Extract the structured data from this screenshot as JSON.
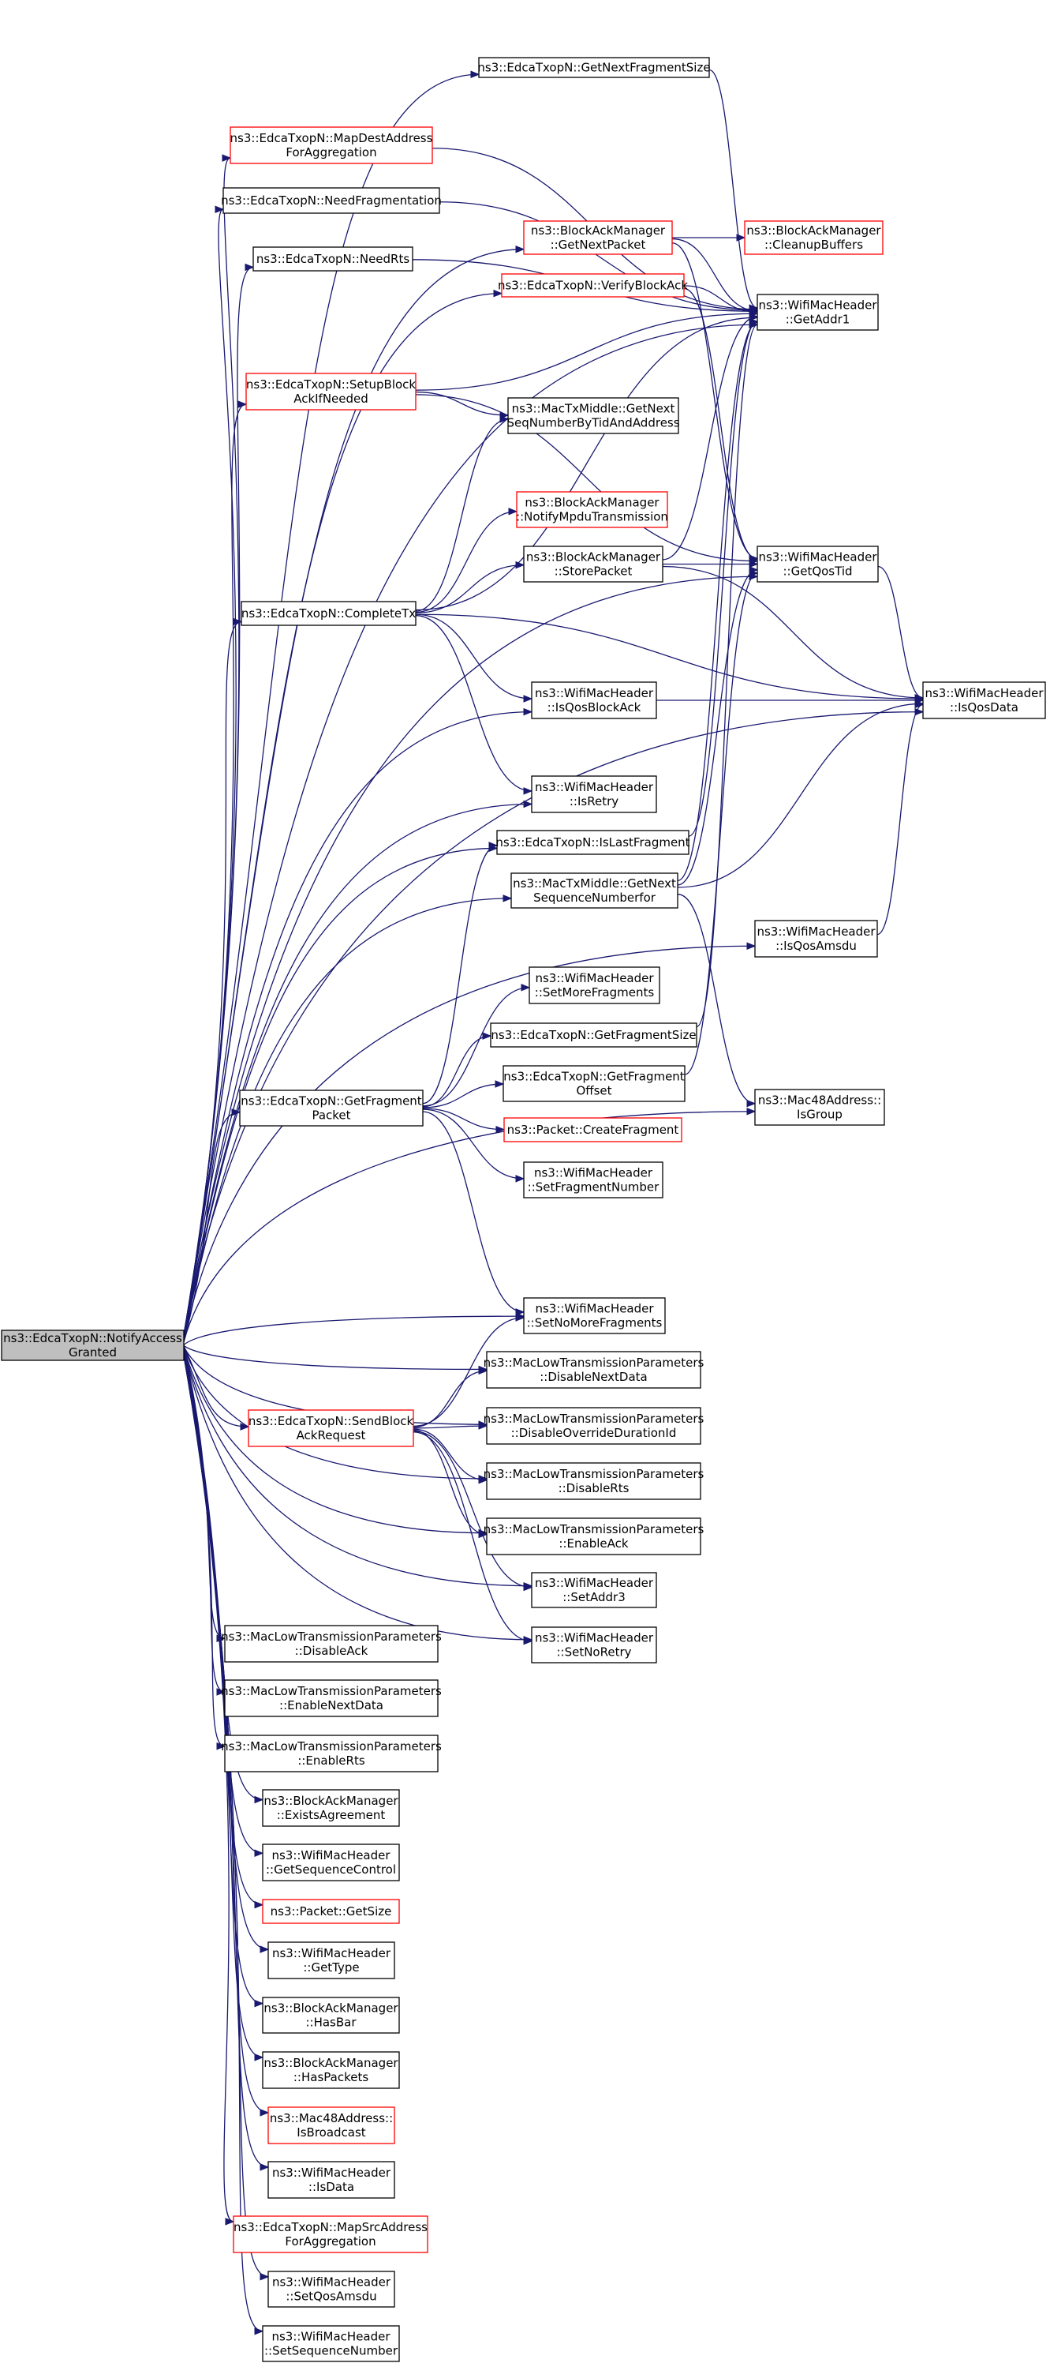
{
  "colors": {
    "edge": "#191970",
    "border_default": "#000000",
    "border_red": "#ff0000",
    "root_fill": "#bfbfbf"
  },
  "nodes": {
    "root": {
      "lines": [
        "ns3::EdcaTxopN::NotifyAccess",
        "Granted"
      ],
      "style": "root"
    },
    "nextfragsize": {
      "lines": [
        "ns3::EdcaTxopN::GetNextFragmentSize"
      ],
      "style": "black"
    },
    "mapdest": {
      "lines": [
        "ns3::EdcaTxopN::MapDestAddress",
        "ForAggregation"
      ],
      "style": "red"
    },
    "needfrag": {
      "lines": [
        "ns3::EdcaTxopN::NeedFragmentation"
      ],
      "style": "black"
    },
    "needrts": {
      "lines": [
        "ns3::EdcaTxopN::NeedRts"
      ],
      "style": "black"
    },
    "bam_nextpkt": {
      "lines": [
        "ns3::BlockAckManager",
        "::GetNextPacket"
      ],
      "style": "red"
    },
    "bam_cleanup": {
      "lines": [
        "ns3::BlockAckManager",
        "::CleanupBuffers"
      ],
      "style": "red"
    },
    "verifyba": {
      "lines": [
        "ns3::EdcaTxopN::VerifyBlockAck"
      ],
      "style": "red"
    },
    "getaddr1": {
      "lines": [
        "ns3::WifiMacHeader",
        "::GetAddr1"
      ],
      "style": "black"
    },
    "setupba": {
      "lines": [
        "ns3::EdcaTxopN::SetupBlock",
        "AckIfNeeded"
      ],
      "style": "red"
    },
    "mtm_nextseqtid": {
      "lines": [
        "ns3::MacTxMiddle::GetNext",
        "SeqNumberByTidAndAddress"
      ],
      "style": "black"
    },
    "bam_notify": {
      "lines": [
        "ns3::BlockAckManager",
        "::NotifyMpduTransmission"
      ],
      "style": "red"
    },
    "bam_store": {
      "lines": [
        "ns3::BlockAckManager",
        "::StorePacket"
      ],
      "style": "black"
    },
    "getqostid": {
      "lines": [
        "ns3::WifiMacHeader",
        "::GetQosTid"
      ],
      "style": "black"
    },
    "completetx": {
      "lines": [
        "ns3::EdcaTxopN::CompleteTx"
      ],
      "style": "black"
    },
    "isqosblockack": {
      "lines": [
        "ns3::WifiMacHeader",
        "::IsQosBlockAck"
      ],
      "style": "black"
    },
    "isqosdata": {
      "lines": [
        "ns3::WifiMacHeader",
        "::IsQosData"
      ],
      "style": "black"
    },
    "isretry": {
      "lines": [
        "ns3::WifiMacHeader",
        "::IsRetry"
      ],
      "style": "black"
    },
    "islastfrag": {
      "lines": [
        "ns3::EdcaTxopN::IsLastFragment"
      ],
      "style": "black"
    },
    "mtm_nextseq": {
      "lines": [
        "ns3::MacTxMiddle::GetNext",
        "SequenceNumberfor"
      ],
      "style": "black"
    },
    "isqosamsdu": {
      "lines": [
        "ns3::WifiMacHeader",
        "::IsQosAmsdu"
      ],
      "style": "black"
    },
    "setmorefrag": {
      "lines": [
        "ns3::WifiMacHeader",
        "::SetMoreFragments"
      ],
      "style": "black"
    },
    "getfragsize": {
      "lines": [
        "ns3::EdcaTxopN::GetFragmentSize"
      ],
      "style": "black"
    },
    "getfragoffset": {
      "lines": [
        "ns3::EdcaTxopN::GetFragment",
        "Offset"
      ],
      "style": "black"
    },
    "isgroup": {
      "lines": [
        "ns3::Mac48Address::",
        "IsGroup"
      ],
      "style": "black"
    },
    "getfragpkt": {
      "lines": [
        "ns3::EdcaTxopN::GetFragment",
        "Packet"
      ],
      "style": "black"
    },
    "createfrag": {
      "lines": [
        "ns3::Packet::CreateFragment"
      ],
      "style": "red"
    },
    "setfragnum": {
      "lines": [
        "ns3::WifiMacHeader",
        "::SetFragmentNumber"
      ],
      "style": "black"
    },
    "setnomorefrag": {
      "lines": [
        "ns3::WifiMacHeader",
        "::SetNoMoreFragments"
      ],
      "style": "black"
    },
    "disablenextdata": {
      "lines": [
        "ns3::MacLowTransmissionParameters",
        "::DisableNextData"
      ],
      "style": "black"
    },
    "sendbar": {
      "lines": [
        "ns3::EdcaTxopN::SendBlock",
        "AckRequest"
      ],
      "style": "red"
    },
    "disableoverride": {
      "lines": [
        "ns3::MacLowTransmissionParameters",
        "::DisableOverrideDurationId"
      ],
      "style": "black"
    },
    "disablerts": {
      "lines": [
        "ns3::MacLowTransmissionParameters",
        "::DisableRts"
      ],
      "style": "black"
    },
    "enableack": {
      "lines": [
        "ns3::MacLowTransmissionParameters",
        "::EnableAck"
      ],
      "style": "black"
    },
    "setaddr3": {
      "lines": [
        "ns3::WifiMacHeader",
        "::SetAddr3"
      ],
      "style": "black"
    },
    "setnoretry": {
      "lines": [
        "ns3::WifiMacHeader",
        "::SetNoRetry"
      ],
      "style": "black"
    },
    "disableack": {
      "lines": [
        "ns3::MacLowTransmissionParameters",
        "::DisableAck"
      ],
      "style": "black"
    },
    "enablenextdata": {
      "lines": [
        "ns3::MacLowTransmissionParameters",
        "::EnableNextData"
      ],
      "style": "black"
    },
    "enablerts": {
      "lines": [
        "ns3::MacLowTransmissionParameters",
        "::EnableRts"
      ],
      "style": "black"
    },
    "existsagreement": {
      "lines": [
        "ns3::BlockAckManager",
        "::ExistsAgreement"
      ],
      "style": "black"
    },
    "getseqctrl": {
      "lines": [
        "ns3::WifiMacHeader",
        "::GetSequenceControl"
      ],
      "style": "black"
    },
    "pkt_getsize": {
      "lines": [
        "ns3::Packet::GetSize"
      ],
      "style": "red"
    },
    "gettype": {
      "lines": [
        "ns3::WifiMacHeader",
        "::GetType"
      ],
      "style": "black"
    },
    "hasbar": {
      "lines": [
        "ns3::BlockAckManager",
        "::HasBar"
      ],
      "style": "black"
    },
    "haspackets": {
      "lines": [
        "ns3::BlockAckManager",
        "::HasPackets"
      ],
      "style": "black"
    },
    "isbroadcast": {
      "lines": [
        "ns3::Mac48Address::",
        "IsBroadcast"
      ],
      "style": "red"
    },
    "isdata": {
      "lines": [
        "ns3::WifiMacHeader",
        "::IsData"
      ],
      "style": "black"
    },
    "mapsrc": {
      "lines": [
        "ns3::EdcaTxopN::MapSrcAddress",
        "ForAggregation"
      ],
      "style": "red"
    },
    "setqosamsdu": {
      "lines": [
        "ns3::WifiMacHeader",
        "::SetQosAmsdu"
      ],
      "style": "black"
    },
    "setseqnum": {
      "lines": [
        "ns3::WifiMacHeader",
        "::SetSequenceNumber"
      ],
      "style": "black"
    }
  },
  "edges": [
    [
      "root",
      "nextfragsize"
    ],
    [
      "root",
      "getaddr1"
    ],
    [
      "root",
      "mapdest"
    ],
    [
      "root",
      "needfrag"
    ],
    [
      "root",
      "needrts"
    ],
    [
      "root",
      "bam_nextpkt"
    ],
    [
      "root",
      "verifyba"
    ],
    [
      "root",
      "setupba"
    ],
    [
      "root",
      "completetx"
    ],
    [
      "root",
      "isqosblockack"
    ],
    [
      "root",
      "getqostid"
    ],
    [
      "root",
      "isretry"
    ],
    [
      "root",
      "islastfrag"
    ],
    [
      "root",
      "mtm_nextseq"
    ],
    [
      "root",
      "isqosamsdu"
    ],
    [
      "root",
      "getfragpkt"
    ],
    [
      "root",
      "isgroup"
    ],
    [
      "root",
      "isqosdata"
    ],
    [
      "root",
      "setnomorefrag"
    ],
    [
      "root",
      "disablenextdata"
    ],
    [
      "root",
      "sendbar"
    ],
    [
      "root",
      "disableoverride"
    ],
    [
      "root",
      "disablerts"
    ],
    [
      "root",
      "enableack"
    ],
    [
      "root",
      "setaddr3"
    ],
    [
      "root",
      "setnoretry"
    ],
    [
      "root",
      "disableack"
    ],
    [
      "root",
      "enablenextdata"
    ],
    [
      "root",
      "enablerts"
    ],
    [
      "root",
      "existsagreement"
    ],
    [
      "root",
      "getseqctrl"
    ],
    [
      "root",
      "pkt_getsize"
    ],
    [
      "root",
      "gettype"
    ],
    [
      "root",
      "hasbar"
    ],
    [
      "root",
      "haspackets"
    ],
    [
      "root",
      "isbroadcast"
    ],
    [
      "root",
      "isdata"
    ],
    [
      "root",
      "mapsrc"
    ],
    [
      "root",
      "setqosamsdu"
    ],
    [
      "root",
      "setseqnum"
    ],
    [
      "nextfragsize",
      "getaddr1"
    ],
    [
      "mapdest",
      "getaddr1"
    ],
    [
      "needfrag",
      "getaddr1"
    ],
    [
      "needrts",
      "getaddr1"
    ],
    [
      "bam_nextpkt",
      "bam_cleanup"
    ],
    [
      "bam_nextpkt",
      "getaddr1"
    ],
    [
      "bam_nextpkt",
      "getqostid"
    ],
    [
      "verifyba",
      "getaddr1"
    ],
    [
      "verifyba",
      "getqostid"
    ],
    [
      "setupba",
      "getaddr1"
    ],
    [
      "setupba",
      "getqostid"
    ],
    [
      "setupba",
      "mtm_nextseqtid"
    ],
    [
      "completetx",
      "mtm_nextseqtid"
    ],
    [
      "completetx",
      "bam_notify"
    ],
    [
      "completetx",
      "bam_store"
    ],
    [
      "completetx",
      "getaddr1"
    ],
    [
      "completetx",
      "isqosblockack"
    ],
    [
      "completetx",
      "isqosdata"
    ],
    [
      "completetx",
      "isretry"
    ],
    [
      "bam_store",
      "getaddr1"
    ],
    [
      "bam_store",
      "getqostid"
    ],
    [
      "bam_store",
      "isqosdata"
    ],
    [
      "getqostid",
      "isqosdata"
    ],
    [
      "isqosblockack",
      "isqosdata"
    ],
    [
      "islastfrag",
      "getaddr1"
    ],
    [
      "mtm_nextseq",
      "getaddr1"
    ],
    [
      "mtm_nextseq",
      "getqostid"
    ],
    [
      "mtm_nextseq",
      "isqosdata"
    ],
    [
      "mtm_nextseq",
      "isgroup"
    ],
    [
      "isqosamsdu",
      "isqosdata"
    ],
    [
      "getfragpkt",
      "islastfrag"
    ],
    [
      "getfragpkt",
      "setmorefrag"
    ],
    [
      "getfragpkt",
      "getfragsize"
    ],
    [
      "getfragpkt",
      "getfragoffset"
    ],
    [
      "getfragpkt",
      "createfrag"
    ],
    [
      "getfragpkt",
      "setfragnum"
    ],
    [
      "getfragpkt",
      "setnomorefrag"
    ],
    [
      "getfragsize",
      "getaddr1"
    ],
    [
      "getfragoffset",
      "getqostid"
    ],
    [
      "sendbar",
      "setnomorefrag"
    ],
    [
      "sendbar",
      "disablenextdata"
    ],
    [
      "sendbar",
      "disableoverride"
    ],
    [
      "sendbar",
      "disablerts"
    ],
    [
      "sendbar",
      "enableack"
    ],
    [
      "sendbar",
      "setaddr3"
    ],
    [
      "sendbar",
      "setnoretry"
    ]
  ]
}
